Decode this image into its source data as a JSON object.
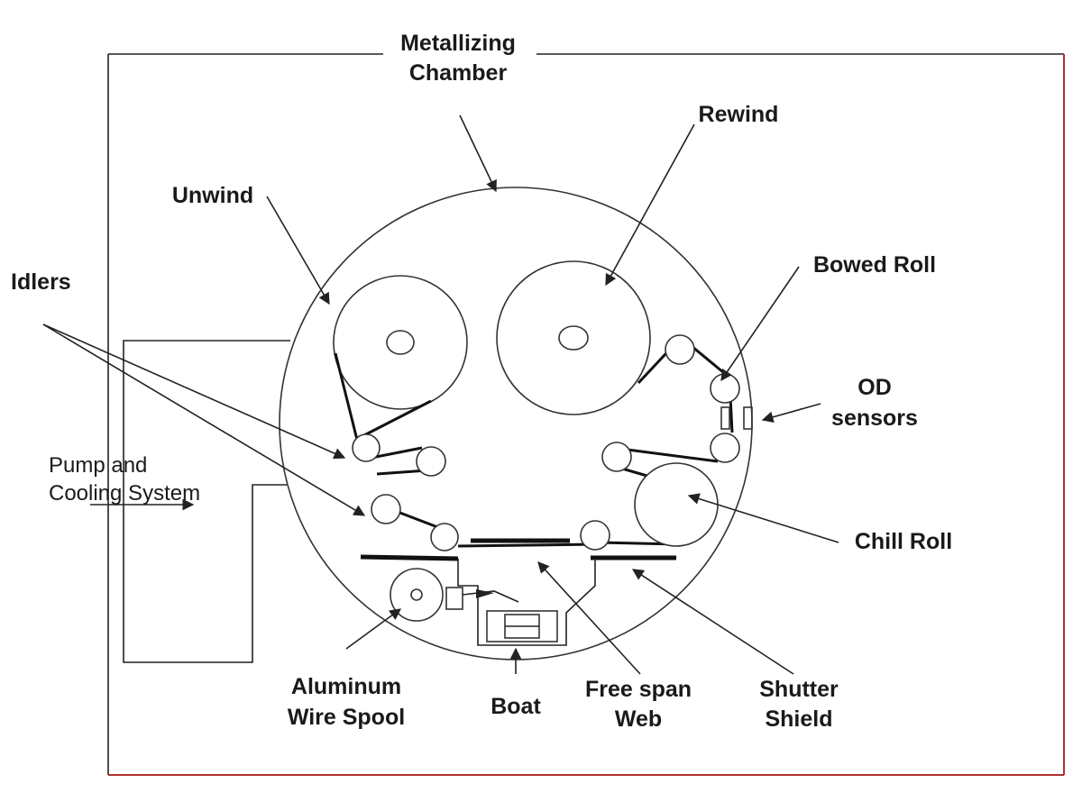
{
  "labels": {
    "chamber_line1": "Metallizing",
    "chamber_line2": "Chamber",
    "rewind": "Rewind",
    "unwind": "Unwind",
    "idlers": "Idlers",
    "bowed_roll": "Bowed Roll",
    "od_line1": "OD",
    "od_line2": "sensors",
    "pump_line1": "Pump and",
    "pump_line2": "Cooling System",
    "chill_roll": "Chill Roll",
    "spool_line1": "Aluminum",
    "spool_line2": "Wire Spool",
    "boat": "Boat",
    "freespan_line1": "Free span",
    "freespan_line2": "Web",
    "shutter_line1": "Shutter",
    "shutter_line2": "Shield"
  },
  "colors": {
    "frame_right_edge": "#b03030",
    "line": "#222222"
  }
}
